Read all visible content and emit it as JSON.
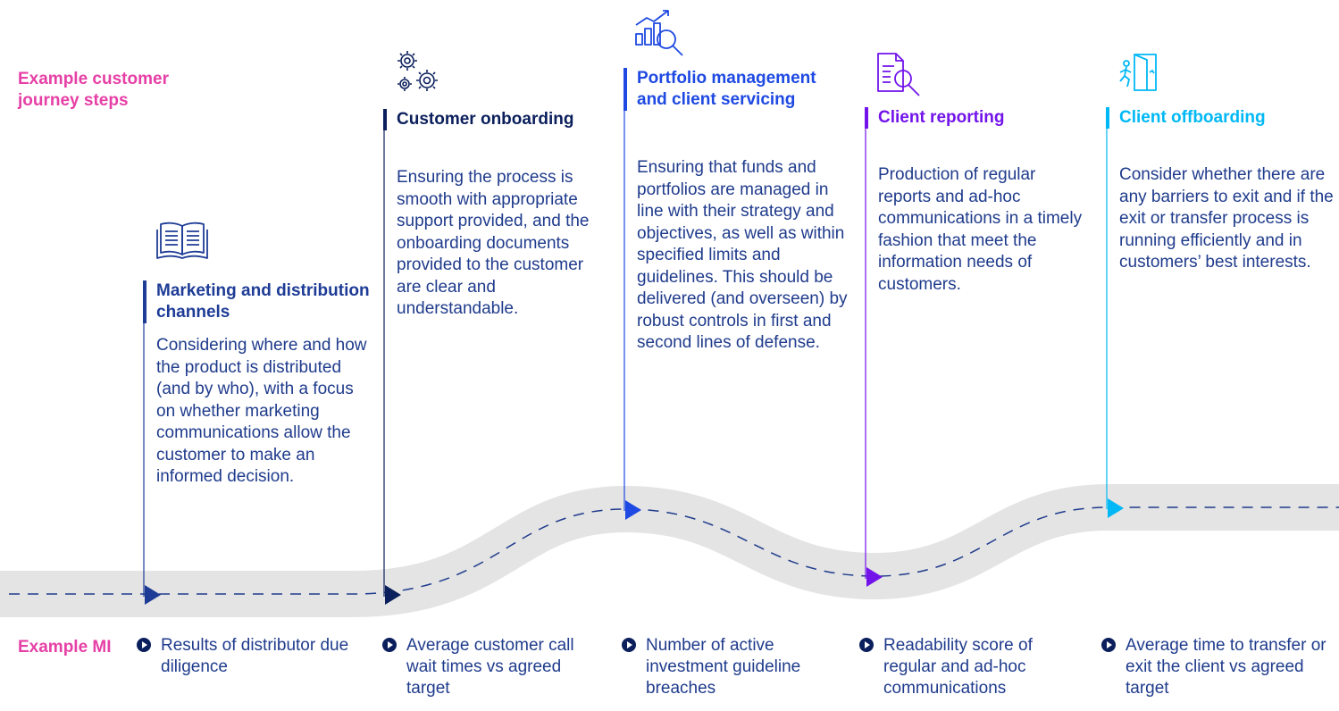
{
  "labels": {
    "journey": "Example customer journey steps",
    "mi": "Example MI"
  },
  "steps": [
    {
      "title": "Marketing and distribution channels",
      "description": "Considering where and how the product is distributed (and by who), with a focus on whether marketing communications allow the customer to make an informed decision.",
      "icon": "book-icon",
      "color": "#1e3c96",
      "mi": "Results of distributor due diligence"
    },
    {
      "title": "Customer onboarding",
      "description": "Ensuring the process is smooth with appropriate support provided, and the onboarding documents provided to the customer are clear and understandable.",
      "icon": "gears-icon",
      "color": "#0b1f5c",
      "mi": "Average customer call wait times vs agreed target"
    },
    {
      "title": "Portfolio management and client servicing",
      "description": "Ensuring that funds and portfolios are managed in line with their strategy and objectives, as well as within specified limits and guidelines. This should be delivered (and overseen) by robust controls in first and second lines of defense.",
      "icon": "chart-magnifier-icon",
      "color": "#1e49e2",
      "mi": "Number of active investment guideline breaches"
    },
    {
      "title": "Client reporting",
      "description": "Production of regular reports and ad-hoc communications in a timely fashion that meet the information needs of customers.",
      "icon": "report-search-icon",
      "color": "#7213ea",
      "mi": "Readability score of regular and ad-hoc communications"
    },
    {
      "title": "Client offboarding",
      "description": "Consider whether there are any barriers to exit and if the exit or transfer process is running efficiently and in customers’ best interests.",
      "icon": "exit-door-icon",
      "color": "#00b8f5",
      "mi": "Average time to transfer or exit the client vs agreed target"
    }
  ]
}
